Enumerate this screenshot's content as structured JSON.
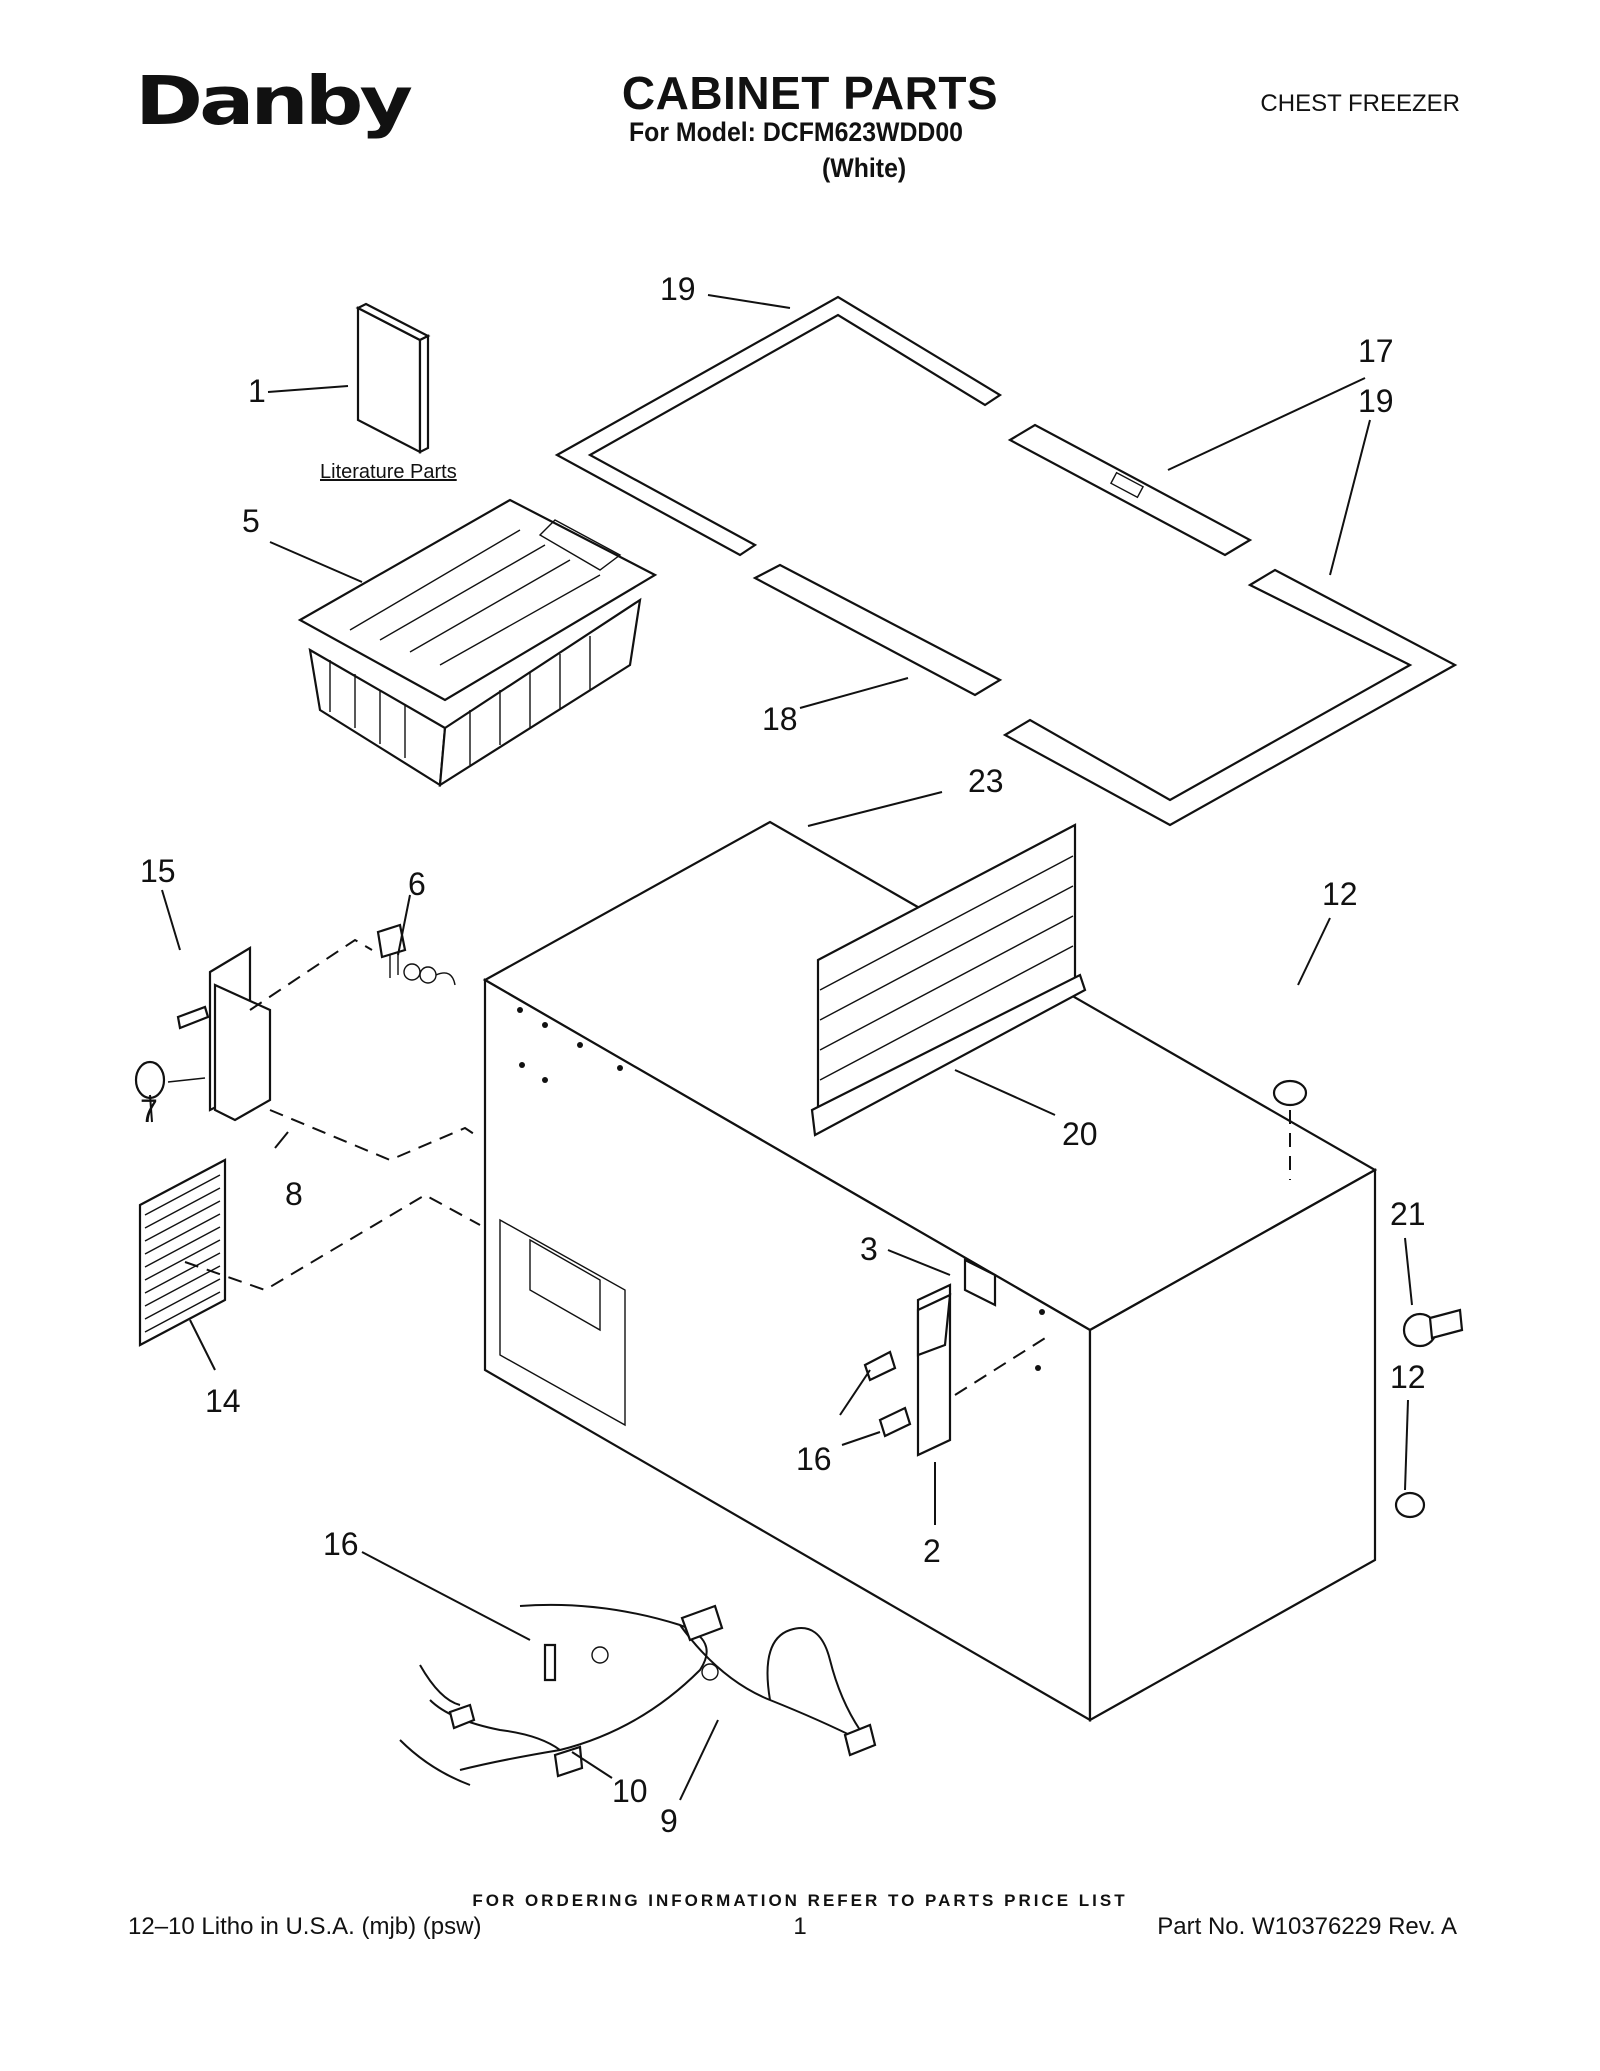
{
  "header": {
    "brand": "Danby",
    "title": "CABINET PARTS",
    "model_line": "For Model: DCFM623WDD00",
    "variant": "(White)",
    "product_type": "CHEST FREEZER"
  },
  "diagram": {
    "literature_label": "Literature Parts",
    "callouts": [
      "1",
      "5",
      "19",
      "17",
      "19",
      "18",
      "23",
      "15",
      "6",
      "7",
      "8",
      "12",
      "20",
      "14",
      "3",
      "21",
      "12",
      "16",
      "2",
      "16",
      "10",
      "9"
    ]
  },
  "footer": {
    "ordering_note": "FOR ORDERING INFORMATION REFER TO PARTS PRICE LIST",
    "print_info": "12–10 Litho in U.S.A. (mjb) (psw)",
    "page_number": "1",
    "part_number": "Part No. W10376229 Rev. A"
  }
}
